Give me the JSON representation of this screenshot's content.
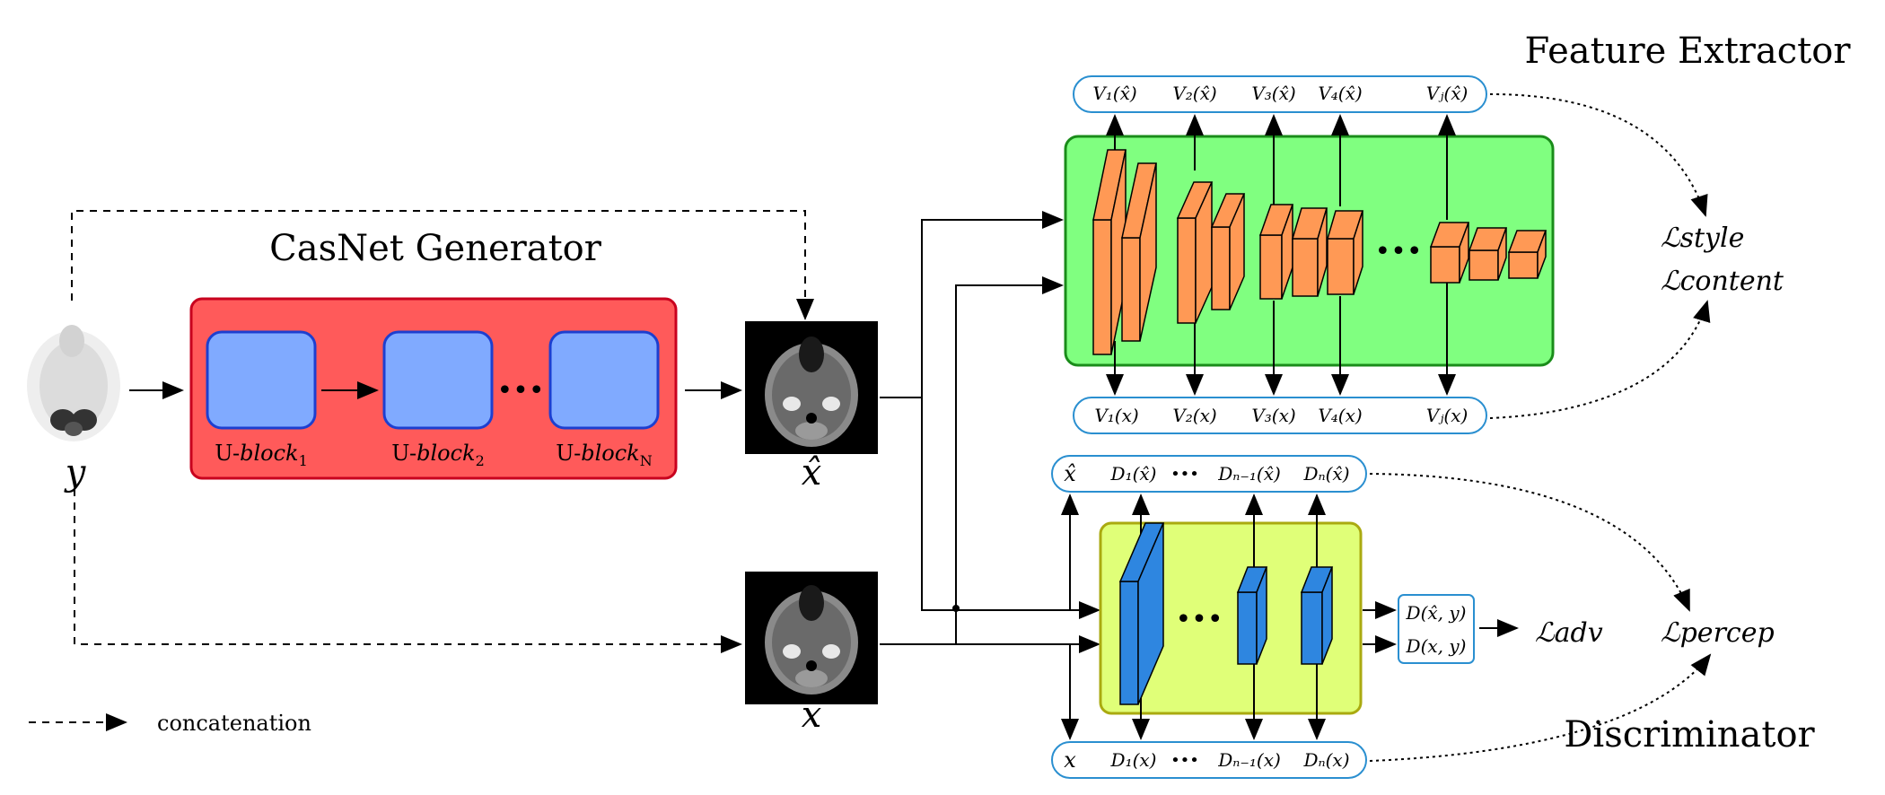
{
  "generator": {
    "title": "CasNet Generator",
    "blocks": [
      {
        "prefix": "U-",
        "name": "block",
        "sub": "1"
      },
      {
        "prefix": "U-",
        "name": "block",
        "sub": "2"
      },
      {
        "prefix": "U-",
        "name": "block",
        "sub": "N"
      }
    ],
    "ellipsis": "•••"
  },
  "input_label": "y",
  "generated_label": "x̂",
  "real_label": "x",
  "feature_extractor": {
    "title": "Feature Extractor",
    "top_features": [
      "V₁(x̂)",
      "V₂(x̂)",
      "V₃(x̂)",
      "V₄(x̂)",
      "Vⱼ(x̂)"
    ],
    "bottom_features": [
      "V₁(x)",
      "V₂(x)",
      "V₃(x)",
      "V₄(x)",
      "Vⱼ(x)"
    ],
    "ellipsis": "•••"
  },
  "discriminator": {
    "title": "Discriminator",
    "top_row": [
      "x̂",
      "D₁(x̂)",
      "•••",
      "Dₙ₋₁(x̂)",
      "Dₙ(x̂)"
    ],
    "bottom_row": [
      "x",
      "D₁(x)",
      "•••",
      "Dₙ₋₁(x)",
      "Dₙ(x)"
    ],
    "outputs": [
      "D(x̂, y)",
      "D(x, y)"
    ],
    "ellipsis": "•••"
  },
  "losses": {
    "style": "ℒstyle",
    "content": "ℒcontent",
    "adv": "ℒadv",
    "percep": "ℒpercep"
  },
  "legend": {
    "concatenation": "concatenation"
  },
  "colors": {
    "generator_fill": "#ff5a5a",
    "generator_border": "#c8001e",
    "ublock_fill": "#80aaff",
    "ublock_border": "#1d3fd0",
    "fe_fill": "#80ff80",
    "fe_border": "#1a8c1a",
    "fe_layer": "#ff9955",
    "disc_fill": "#e0ff78",
    "disc_border": "#aaaa10",
    "disc_layer": "#2e86e0",
    "pill_border": "#2a8fd0"
  }
}
